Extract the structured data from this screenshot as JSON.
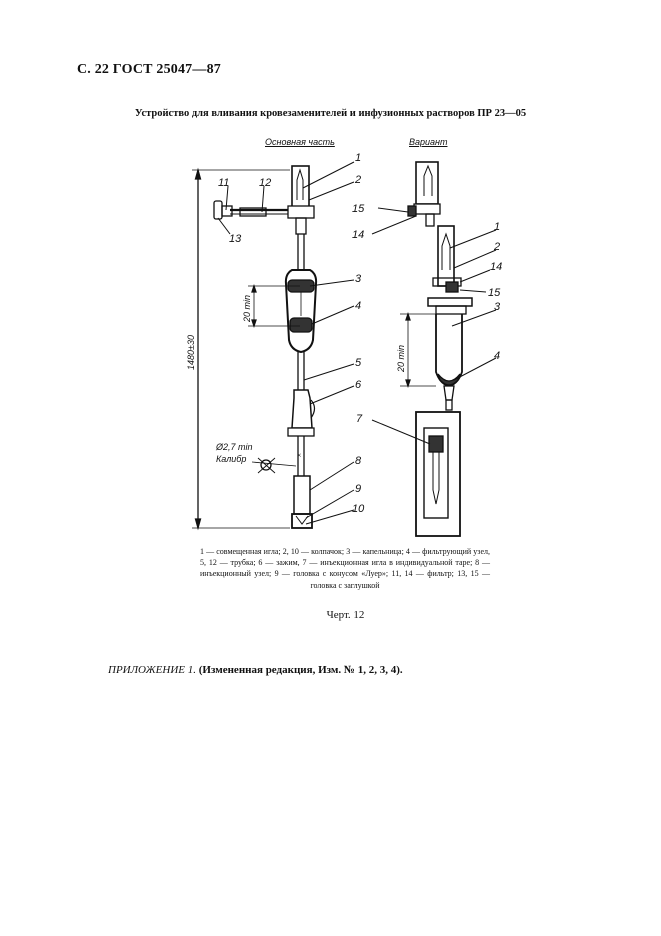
{
  "header": {
    "page_ref": "С. 22 ГОСТ 25047—87"
  },
  "title": "Устройство для вливания кровезаменителей и инфузионных растворов ПР 23—05",
  "figure": {
    "main_label": "Основная часть",
    "variant_label": "Вариант",
    "dim_total": "1480±30",
    "dim_main_20": "20 min",
    "dim_variant_20": "20 min",
    "calibre_size": "Ø2,7 min",
    "calibre_word": "Калибр",
    "main_callouts": [
      "1",
      "2",
      "3",
      "4",
      "5",
      "6",
      "8",
      "9",
      "10",
      "11",
      "12",
      "13"
    ],
    "variant_callouts": [
      "15",
      "14",
      "1",
      "2",
      "14",
      "15",
      "3",
      "4",
      "7"
    ]
  },
  "legend": "1 — совмещенная игла; 2, 10 — колпачок; 3 — капельница; 4 — фильтрующий узел, 5, 12 — трубка; 6 — зажим, 7 — инъекционная игла в индивидуальной таре; 8 — инъекционный узел; 9 — головка с конусом «Луер»; 11, 14 — фильтр; 13, 15 — головка с заглушкой",
  "caption": "Черт. 12",
  "appendix": {
    "italic_part": "ПРИЛОЖЕНИЕ 1.",
    "bold_part": "(Измененная редакция, Изм. № 1, 2, 3, 4)."
  }
}
